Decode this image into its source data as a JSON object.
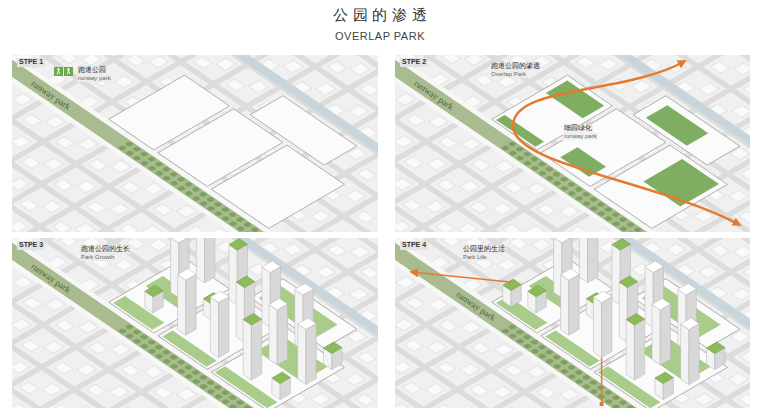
{
  "diagram": {
    "title": "公 园 的 渗 透",
    "nodes": [
      {
        "text": [
          "STPE 1",
          "跑道公园",
          "runway park"
        ]
      },
      {
        "text": [
          "STPE 2",
          "跑道公园的渗透",
          "Overlap Park"
        ]
      },
      {
        "text": [
          "STPE 3",
          "跑道公园的生长",
          "Park Growth"
        ]
      },
      {
        "text": [
          "STPE 4",
          "公园里的生活",
          "Park Life"
        ]
      }
    ],
    "labels": [
      "OVERLAP PARK",
      "runway park",
      "runway park",
      "细园绿化",
      "runway park",
      "runway park",
      "runway park"
    ]
  }
}
